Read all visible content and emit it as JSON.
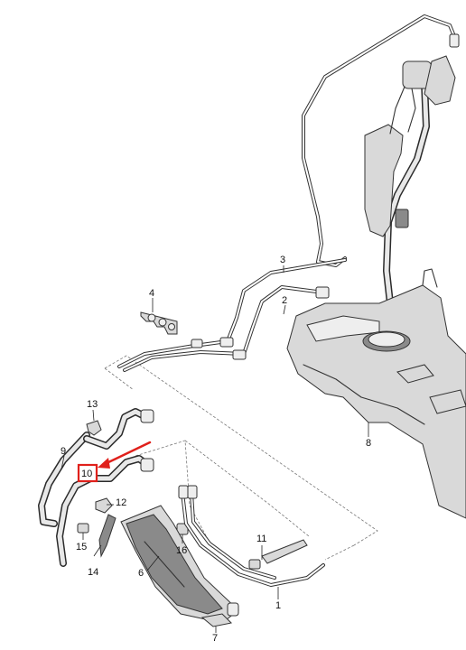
{
  "diagram": {
    "highlight_color": "#e0201b",
    "callouts": [
      {
        "id": "c1",
        "label": "1"
      },
      {
        "id": "c2",
        "label": "2"
      },
      {
        "id": "c3",
        "label": "3"
      },
      {
        "id": "c4",
        "label": "4"
      },
      {
        "id": "c6",
        "label": "6"
      },
      {
        "id": "c7",
        "label": "7"
      },
      {
        "id": "c8",
        "label": "8"
      },
      {
        "id": "c9",
        "label": "9"
      },
      {
        "id": "c10",
        "label": "10"
      },
      {
        "id": "c11",
        "label": "11"
      },
      {
        "id": "c12",
        "label": "12"
      },
      {
        "id": "c13",
        "label": "13"
      },
      {
        "id": "c14",
        "label": "14"
      },
      {
        "id": "c15",
        "label": "15"
      },
      {
        "id": "c16",
        "label": "16"
      }
    ]
  }
}
